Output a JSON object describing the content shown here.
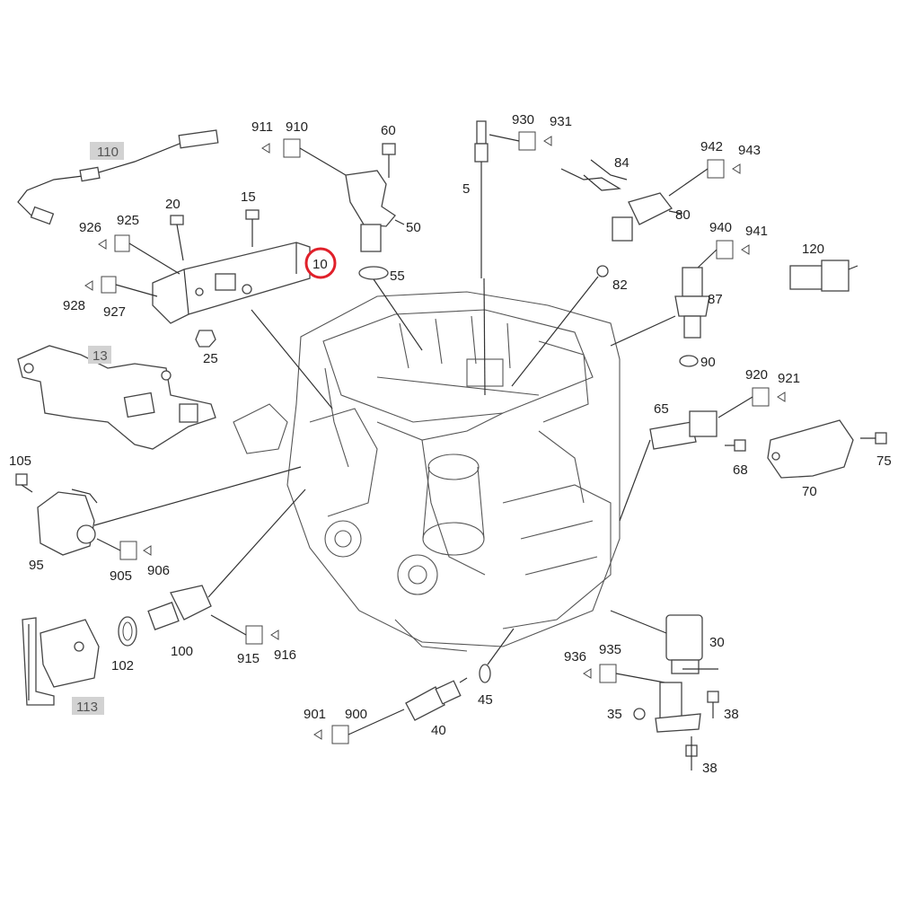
{
  "callouts": {
    "c110": "110",
    "c13": "13",
    "c113": "113",
    "c911": "911",
    "c910": "910",
    "c60": "60",
    "c50": "50",
    "c55": "55",
    "c930": "930",
    "c931": "931",
    "c5": "5",
    "c84": "84",
    "c942": "942",
    "c943": "943",
    "c80": "80",
    "c82": "82",
    "c940": "940",
    "c941": "941",
    "c87": "87",
    "c90": "90",
    "c120": "120",
    "c926": "926",
    "c925": "925",
    "c20": "20",
    "c15": "15",
    "c10": "10",
    "c928": "928",
    "c927": "927",
    "c25": "25",
    "c920": "920",
    "c921": "921",
    "c65": "65",
    "c68": "68",
    "c70": "70",
    "c75": "75",
    "c105": "105",
    "c95": "95",
    "c905": "905",
    "c906": "906",
    "c102": "102",
    "c100": "100",
    "c915": "915",
    "c916": "916",
    "c30": "30",
    "c936": "936",
    "c935": "935",
    "c35": "35",
    "c38a": "38",
    "c38b": "38",
    "c901": "901",
    "c900": "900",
    "c40": "40",
    "c45": "45"
  },
  "colors": {
    "line": "#333333",
    "highlight_ring": "#e0202a",
    "boxed_label_bg": "#d2d2d2"
  }
}
